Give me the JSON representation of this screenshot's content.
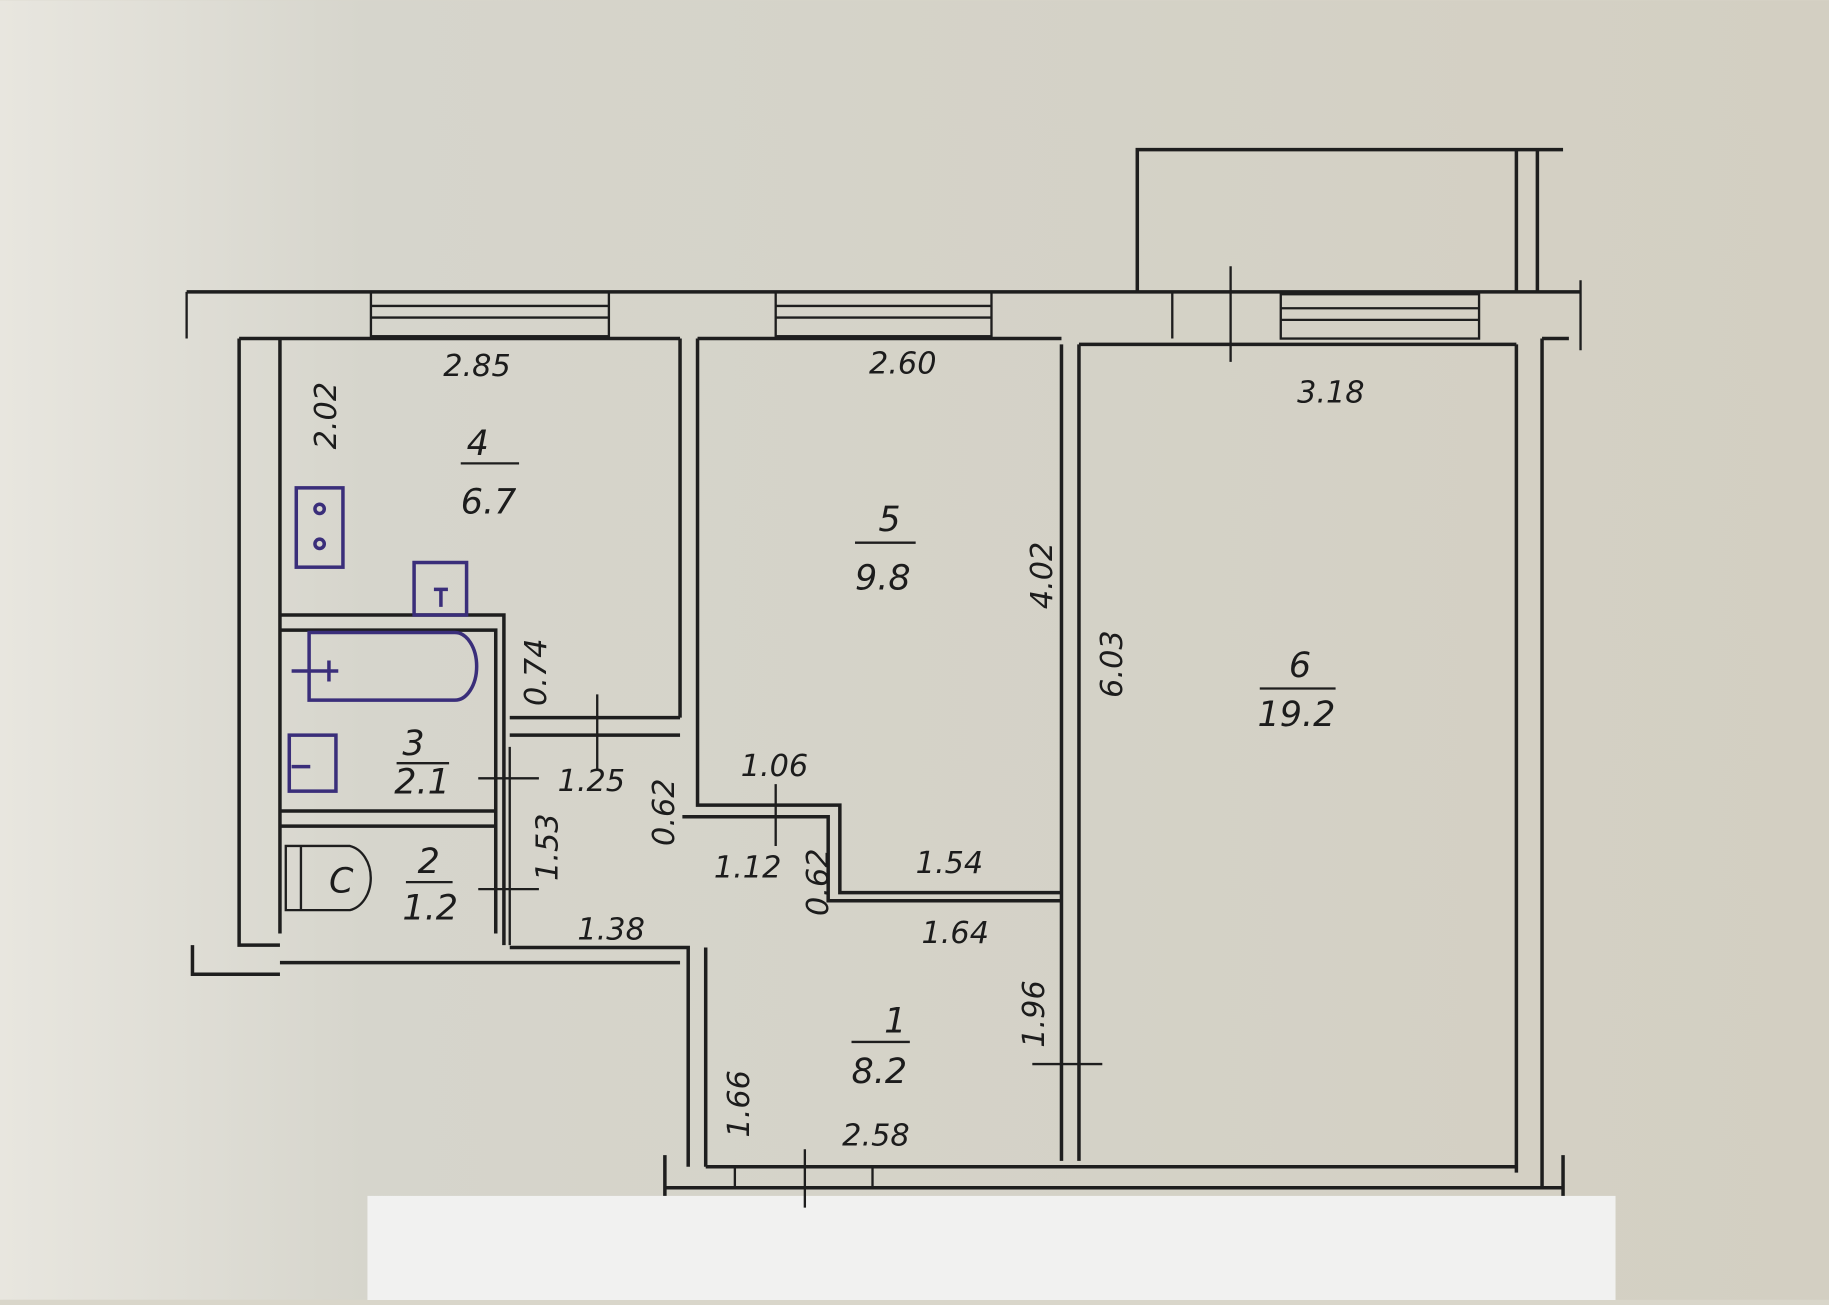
{
  "plan": {
    "rooms": [
      {
        "number": "1",
        "area": "8.2"
      },
      {
        "number": "2",
        "area": "1.2"
      },
      {
        "number": "3",
        "area": "2.1"
      },
      {
        "number": "4",
        "area": "6.7"
      },
      {
        "number": "5",
        "area": "9.8"
      },
      {
        "number": "6",
        "area": "19.2"
      }
    ],
    "dimensions": {
      "kitchen_width": "2.85",
      "kitchen_depth": "2.02",
      "room5_width": "2.60",
      "room5_depth": "4.02",
      "room6_width": "3.18",
      "room6_depth": "6.03",
      "bath_gap": "0.74",
      "hall_width": "1.25",
      "hall_step1": "0.62",
      "hall_top": "1.06",
      "hall_mid": "1.12",
      "hall_step2": "0.62",
      "corridor": "1.54",
      "corridor_low": "1.64",
      "hall_len": "1.53",
      "entry_top": "1.38",
      "entry_depth": "1.66",
      "entry_width": "2.58",
      "room1_depth": "1.96"
    },
    "fixtures": {
      "stove": "o o",
      "boiler": "T",
      "toilet": "C"
    },
    "colors": {
      "paper": "#d9d6ca",
      "ink": "#1e1e1e",
      "fixture_ink": "#3a2e7a"
    }
  }
}
